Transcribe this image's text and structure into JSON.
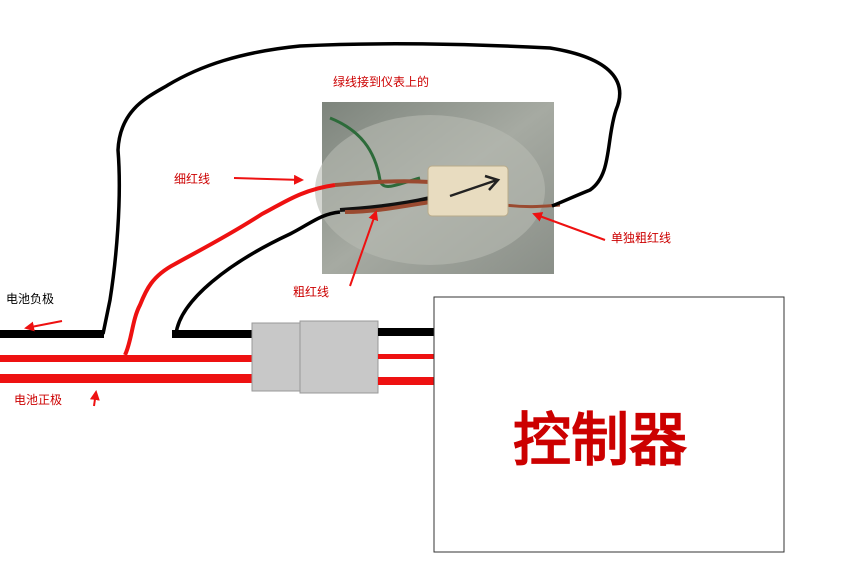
{
  "labels": {
    "green_wire": "绿线接到仪表上的",
    "thin_red": "细红线",
    "thick_red": "粗红线",
    "single_thick_red": "单独粗红线",
    "battery_negative": "电池负极",
    "battery_positive": "电池正极",
    "controller": "控制器"
  },
  "colors": {
    "red": "#ee1111",
    "black": "#000000",
    "label_red": "#cc0000",
    "connector": "#c8c8c8",
    "photo_bg": "#8e938c",
    "module": "#e8dcc0",
    "copper": "#9a4a30",
    "green_wire": "#2d6b3a"
  },
  "icons": {
    "arrow": "red-arrow-icon",
    "photo_arrow": "black-arrow-icon"
  }
}
